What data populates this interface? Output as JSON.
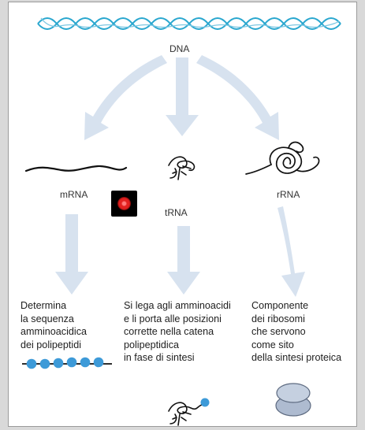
{
  "labels": {
    "dna": "DNA",
    "mrna": "mRNA",
    "trna": "tRNA",
    "rrna": "rRNA"
  },
  "descriptions": {
    "mrna": "Determina\nla sequenza\namminoacidica\ndei polipeptidi",
    "trna": "Si lega agli amminoacidi\ne li porta alle posizioni\ncorrette nella catena\npolipeptidica\nin fase di sintesi",
    "rrna": "Componente\ndei ribosomi\nche servono\ncome sito\ndella sintesi proteica"
  },
  "colors": {
    "helix": "#2aa7cf",
    "arrow": "#d7e2ef",
    "bead": "#3d9ad8",
    "ribosome": "#b9c6d8"
  },
  "icons": {
    "cursor": "red-pointer-dot"
  }
}
